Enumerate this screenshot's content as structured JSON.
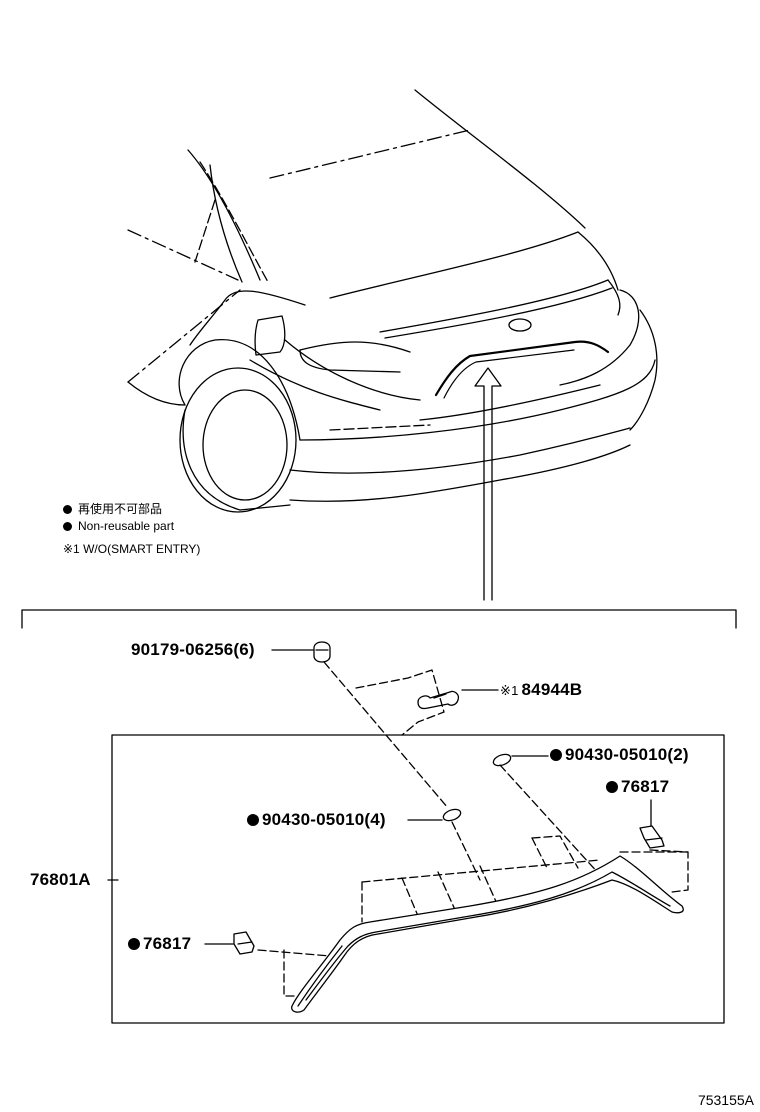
{
  "legend": {
    "item1_jp": "再使用不可部品",
    "item2_en": "Non-reusable part",
    "note_mark": "※1",
    "note_text": "W/O(SMART ENTRY)"
  },
  "parts": {
    "clip": "90179-06256(6)",
    "handle_part": "84944B",
    "handle_note": "※1",
    "nut_a": "90430-05010(2)",
    "nut_b": "90430-05010(4)",
    "retainer_right": "76817",
    "retainer_left": "76817",
    "garnish": "76801A"
  },
  "figure_number": "753155A"
}
